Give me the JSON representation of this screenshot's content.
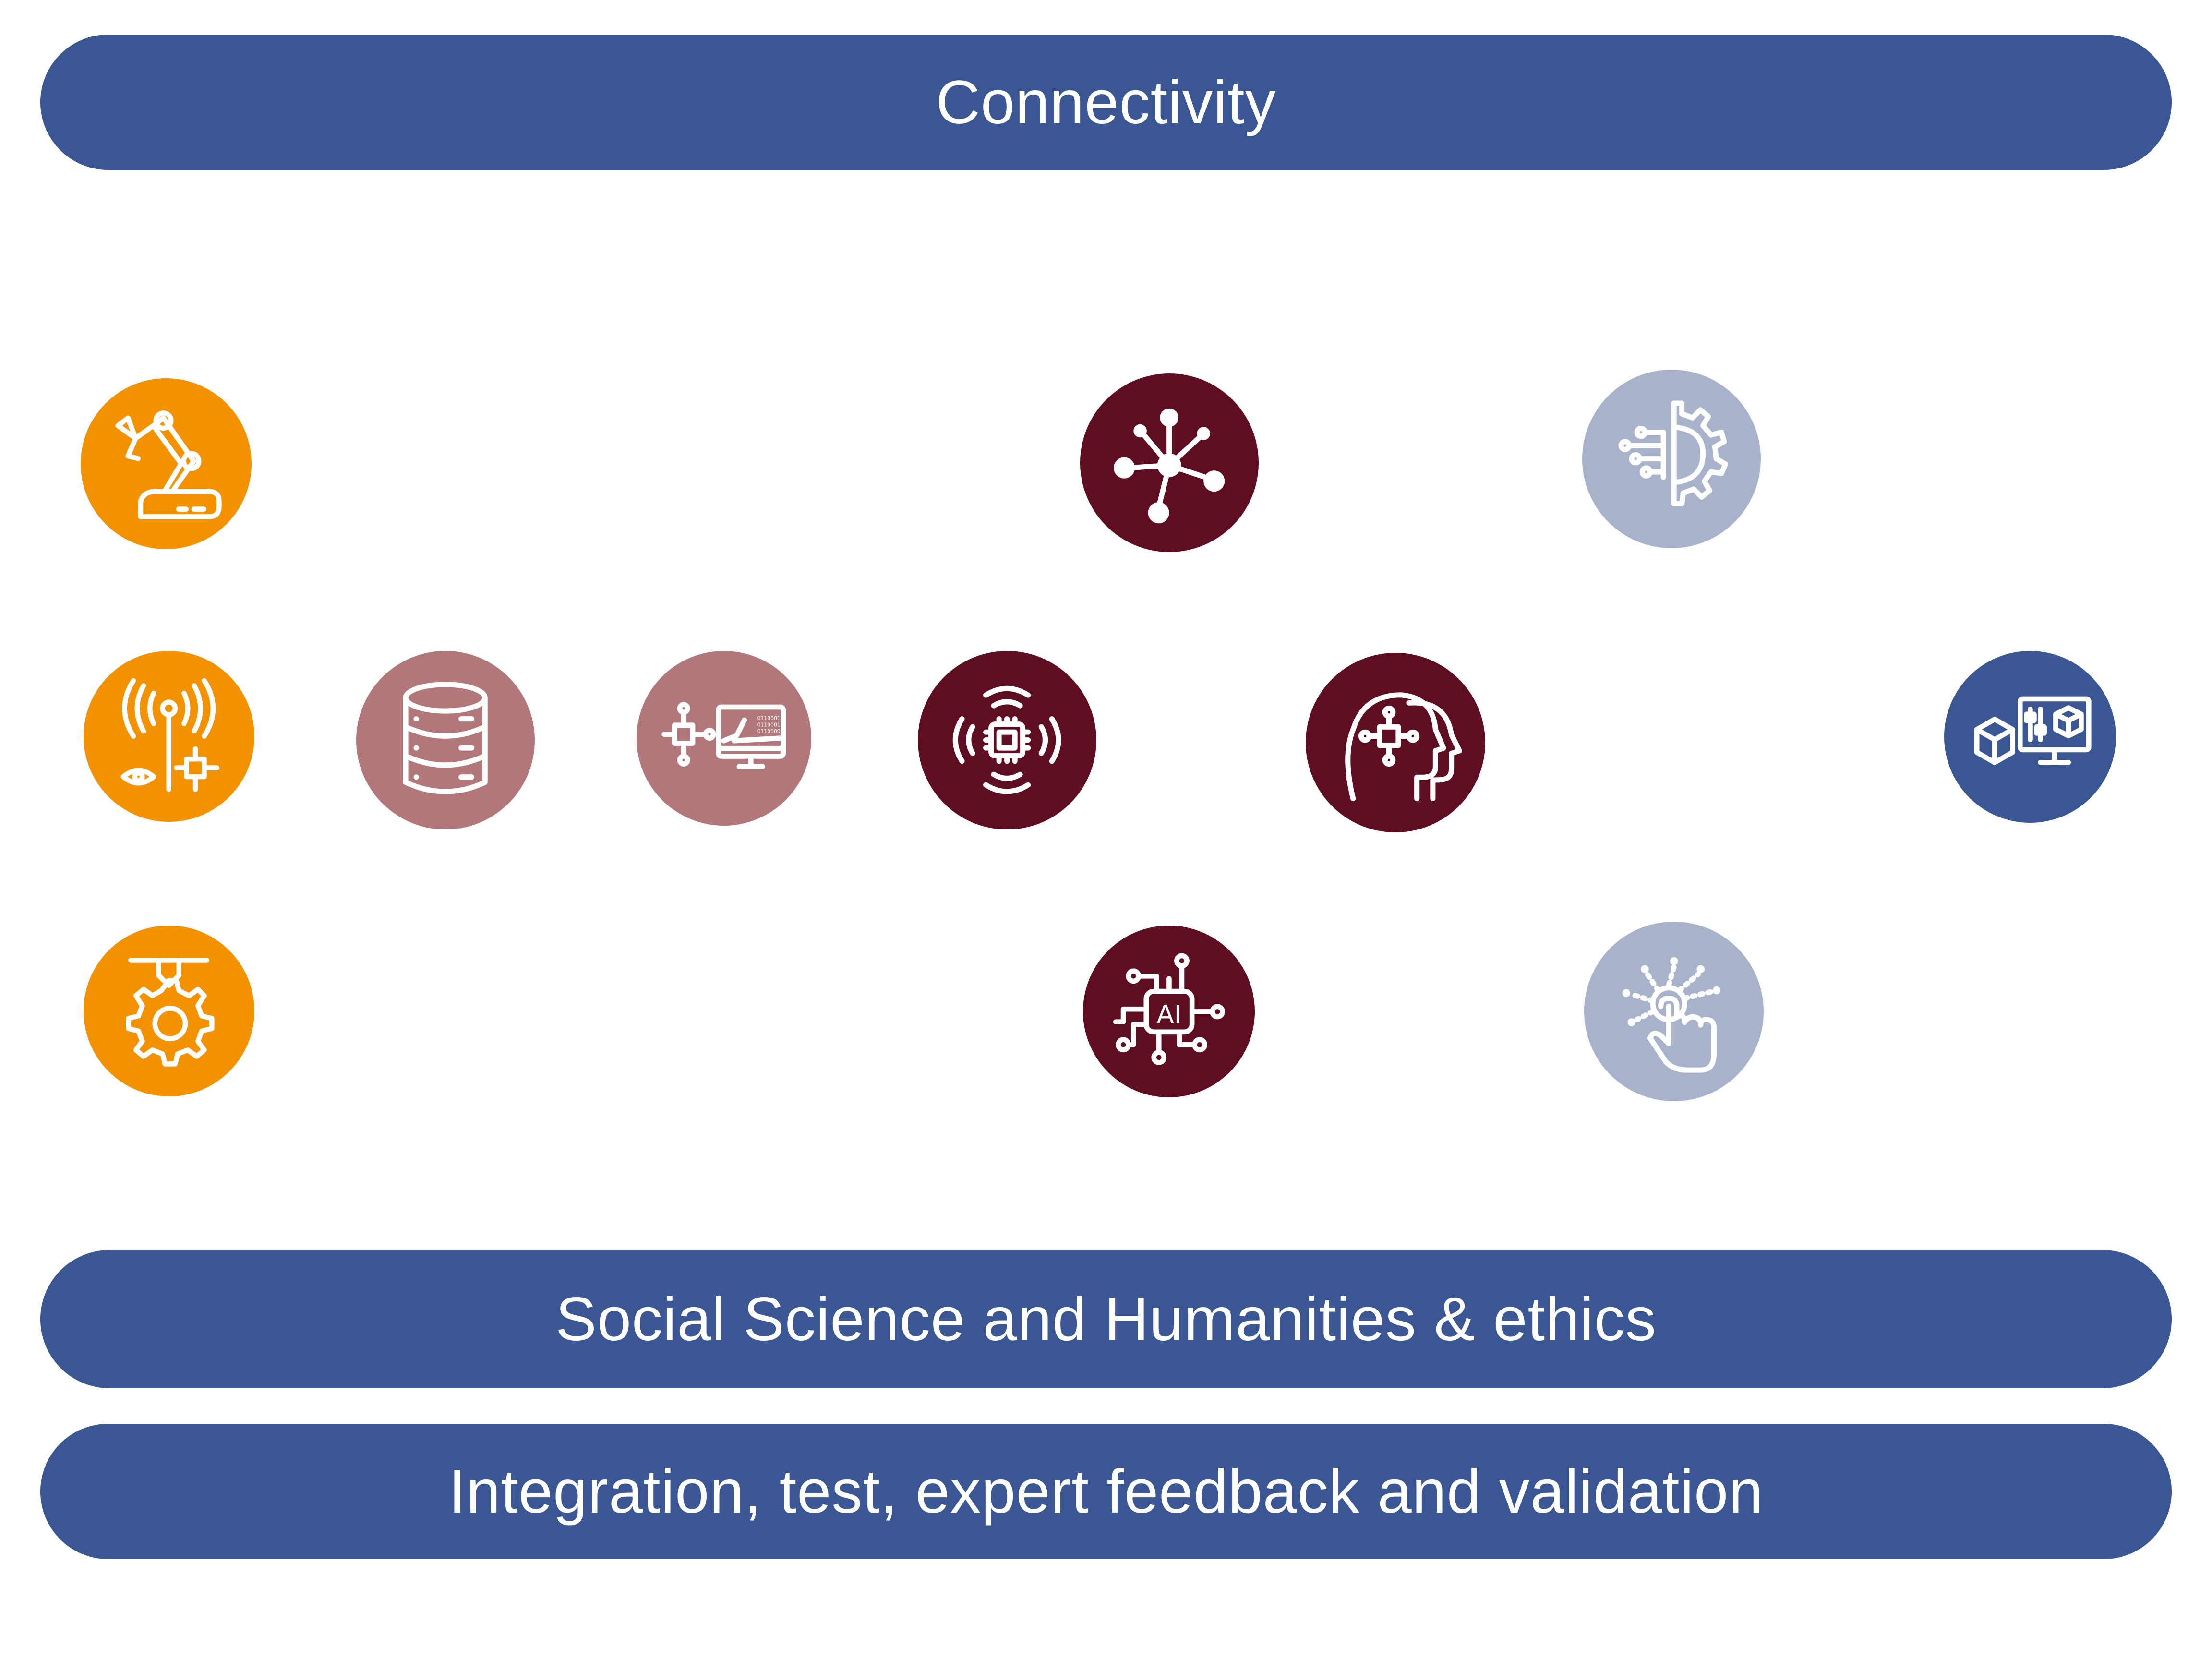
{
  "bars": {
    "top": "Connectivity",
    "ssh": "Social Science and Humanities & ethics",
    "integration": "Integration, test, expert feedback and validation"
  },
  "icons": {
    "robot_arm": "robot-arm-icon",
    "sensing": "sensing-antenna-icon",
    "manufacturing": "manufacturing-gear-icon",
    "database": "database-icon",
    "data_analytics": "data-analytics-icon",
    "edge_chip": "wireless-chip-icon",
    "network": "network-hub-icon",
    "ai": "ai-chip-icon",
    "human_ai": "human-ai-icon",
    "digital_gear": "digital-gear-icon",
    "touch_interaction": "touch-interaction-icon",
    "digital_twin": "digital-twin-icon",
    "ai_label": "AI"
  },
  "colors": {
    "bar": "#3a5794",
    "orange": "#f39200",
    "rose": "#b2777a",
    "maroon": "#5f0e22",
    "lightblue": "#a8b3cb",
    "navy": "#3a5794"
  }
}
